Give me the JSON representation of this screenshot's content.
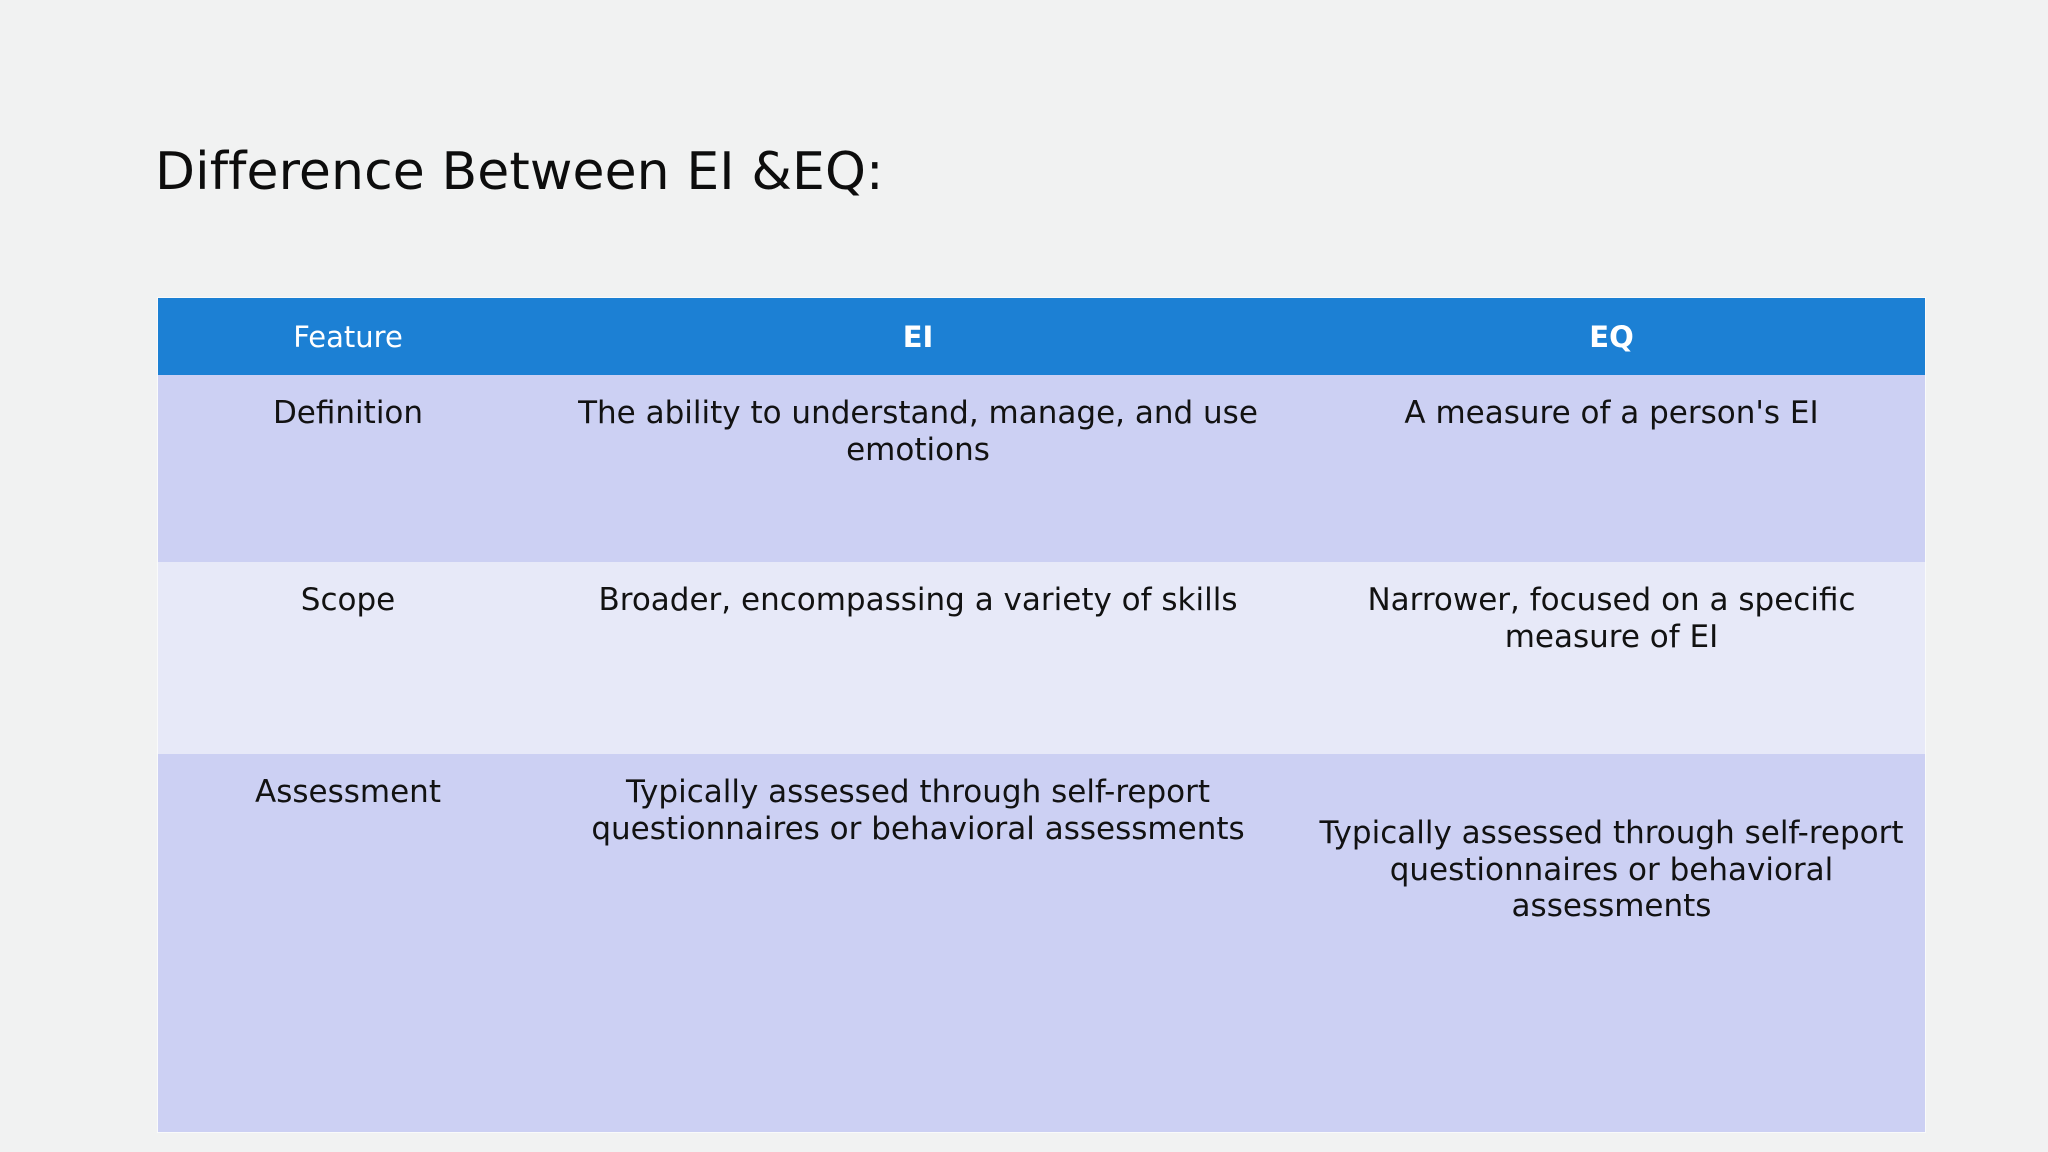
{
  "slide": {
    "title": "Difference Between EI &EQ:",
    "background_color": "#f1f2f2"
  },
  "table": {
    "header_bg_color": "#1c80d4",
    "header_text_color": "#ffffff",
    "row_shade_a_color": "#ccd0f3",
    "row_shade_b_color": "#e7e9f8",
    "columns": [
      {
        "key": "feature",
        "label": "Feature",
        "bold": false
      },
      {
        "key": "ei",
        "label": "EI",
        "bold": true
      },
      {
        "key": "eq",
        "label": "EQ",
        "bold": true
      }
    ],
    "rows": [
      {
        "feature": "Definition",
        "ei": "The ability to understand, manage, and use emotions",
        "eq": "A measure of a person's EI"
      },
      {
        "feature": "Scope",
        "ei": "Broader, encompassing a variety of skills",
        "eq": "Narrower, focused on a specific measure of EI"
      },
      {
        "feature": "Assessment",
        "ei": "Typically assessed through self-report questionnaires or behavioral assessments",
        "eq": "Typically assessed through self-report questionnaires or behavioral assessments"
      }
    ]
  }
}
